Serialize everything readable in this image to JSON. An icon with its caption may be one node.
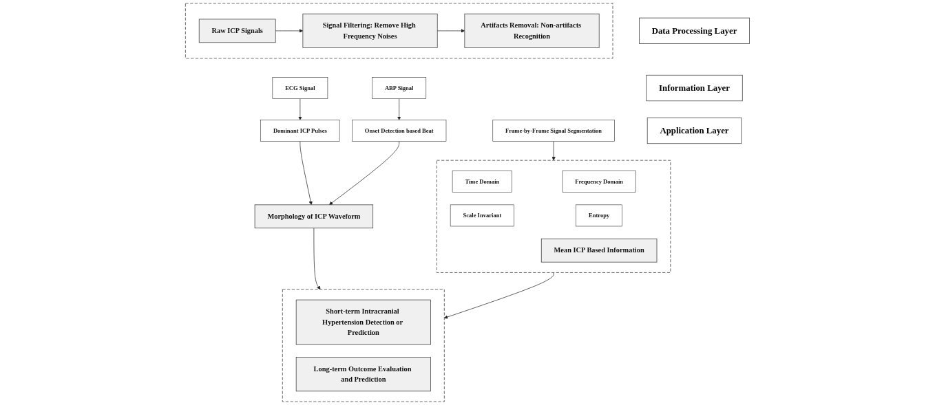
{
  "diagram": {
    "nodes": [
      {
        "text": [],
        "shape": "box"
      },
      {
        "text": [
          "Raw ICP Signals"
        ],
        "in": 0
      },
      {
        "text": [
          "Signal Filtering: Remove High Frequency Noises"
        ],
        "in": 0
      },
      {
        "text": [
          "Artifacts Removal: Non-artifacts Recognition"
        ],
        "in": 0
      },
      {
        "text": [
          "Data Processing Layer"
        ]
      },
      {
        "text": [
          "ECG Signal"
        ]
      },
      {
        "text": [
          "ABP Signal"
        ]
      },
      {
        "text": [
          "Frame-by-Frame Signal Segmentation"
        ]
      },
      {
        "text": [
          "Dominant ICP Pulses"
        ]
      },
      {
        "text": [
          "Onset Detection based Beat"
        ]
      },
      {
        "text": [],
        "shape": "box"
      },
      {
        "text": [
          "Time Domain"
        ],
        "in": 10
      },
      {
        "text": [
          "Scale Invariant"
        ],
        "in": 10
      },
      {
        "text": [
          "Frequency Domain"
        ],
        "in": 10
      },
      {
        "text": [
          "Entropy"
        ],
        "in": 10
      },
      {
        "text": [
          "Mean ICP Based Information"
        ],
        "in": 10
      },
      {
        "text": [
          "Information Layer"
        ]
      },
      {
        "text": [
          "Morphology of ICP Waveform"
        ]
      },
      {
        "text": [],
        "shape": "box"
      },
      {
        "text": [
          "Short-term Intracranial Hypertension Detection or Prediction"
        ],
        "in": 18
      },
      {
        "text": [
          "Long-term Outcome Evaluation and Prediction"
        ],
        "in": 18
      },
      {
        "text": [
          "Application Layer"
        ]
      }
    ],
    "edges": [
      {
        "from": 1,
        "to": 2,
        "arrow": "to"
      },
      {
        "from": 2,
        "to": 3,
        "arrow": "to"
      },
      {
        "from": 5,
        "to": 8,
        "arrow": "to"
      },
      {
        "from": 6,
        "to": 9,
        "arrow": "to"
      },
      {
        "from": 8,
        "to": 17,
        "arrow": "to"
      },
      {
        "from": 9,
        "to": 17,
        "arrow": "to"
      },
      {
        "from": 7,
        "to": 10,
        "arrow": "to"
      },
      {
        "from": 17,
        "to": 18,
        "arrow": "to"
      },
      {
        "from": 10,
        "to": 18,
        "arrow": "to"
      }
    ]
  }
}
